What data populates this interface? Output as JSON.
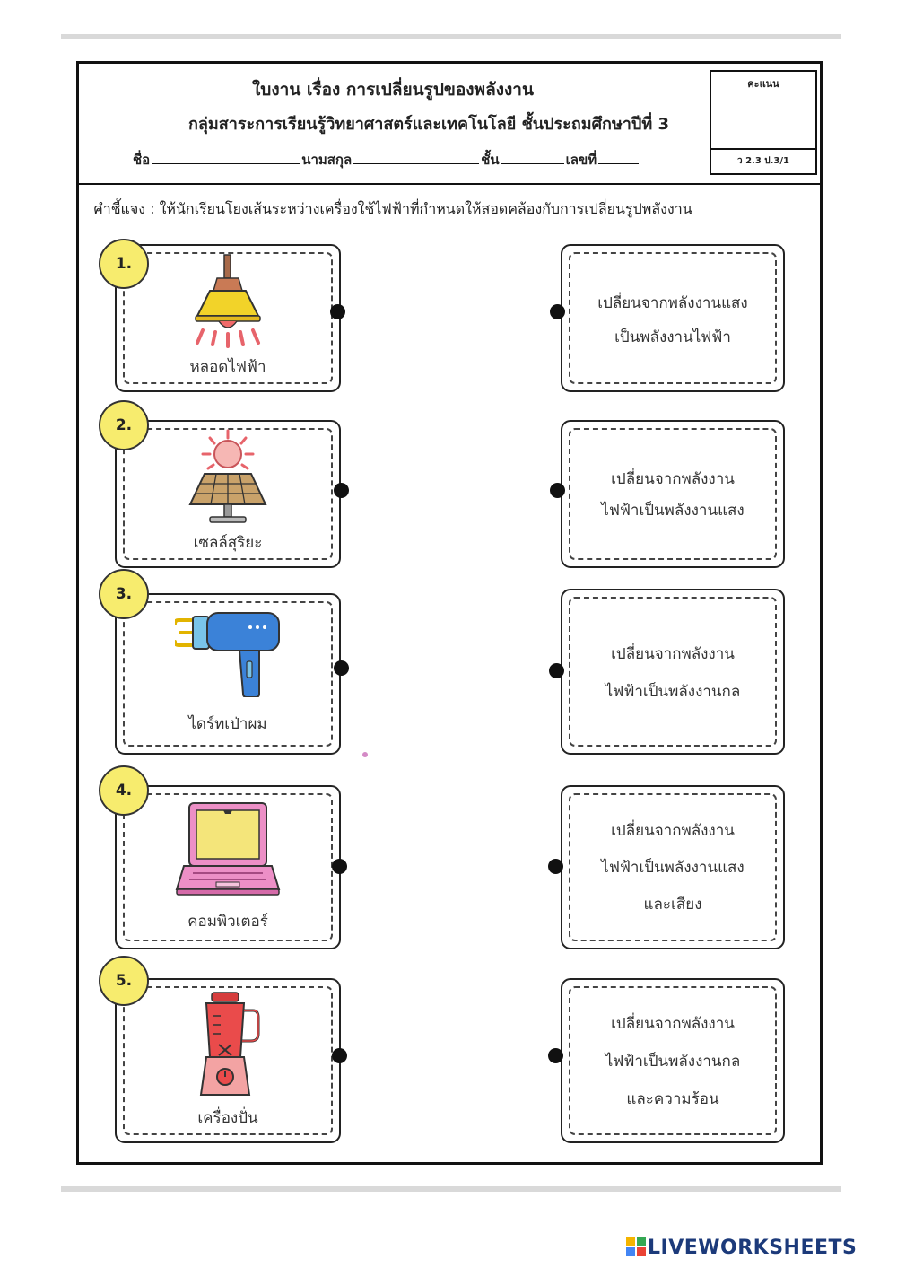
{
  "header": {
    "title": "ใบงาน  เรื่อง การเปลี่ยนรูปของพลังงาน",
    "subtitle": "กลุ่มสาระการเรียนรู้วิทยาศาสตร์และเทคโนโลยี  ชั้นประถมศึกษาปีที่ 3",
    "name_label": "ชื่อ",
    "surname_label": "นามสกุล",
    "class_label": "ชั้น",
    "number_label": "เลขที่",
    "score_label": "คะแนน",
    "standard_code": "ว 2.3 ป.3/1"
  },
  "instruction": "คำชี้แจง : ให้นักเรียนโยงเส้นระหว่างเครื่องใช้ไฟฟ้าที่กำหนดให้สอดคล้องกับการเปลี่ยนรูปพลังงาน",
  "items": [
    {
      "number": "1.",
      "label": "หลอดไฟฟ้า",
      "icon": "light-bulb-icon"
    },
    {
      "number": "2.",
      "label": "เซลล์สุริยะ",
      "icon": "solar-cell-icon"
    },
    {
      "number": "3.",
      "label": "ไดร์ทเป่าผม",
      "icon": "hair-dryer-icon"
    },
    {
      "number": "4.",
      "label": "คอมพิวเตอร์",
      "icon": "laptop-icon"
    },
    {
      "number": "5.",
      "label": "เครื่องปั่น",
      "icon": "blender-icon"
    }
  ],
  "answers": [
    {
      "lines": [
        "เปลี่ยนจากพลังงานแสง",
        "เป็นพลังงานไฟฟ้า"
      ]
    },
    {
      "lines": [
        "เปลี่ยนจากพลังงาน",
        "ไฟฟ้าเป็นพลังงานแสง"
      ]
    },
    {
      "lines": [
        "เปลี่ยนจากพลังงาน",
        "ไฟฟ้าเป็นพลังงานกล"
      ]
    },
    {
      "lines": [
        "เปลี่ยนจากพลังงาน",
        "ไฟฟ้าเป็นพลังงานแสง",
        "และเสียง"
      ]
    },
    {
      "lines": [
        "เปลี่ยนจากพลังงาน",
        "ไฟฟ้าเป็นพลังงานกล",
        "และความร้อน"
      ]
    }
  ],
  "brand": "LIVEWORKSHEETS",
  "colors": {
    "badge": "#f7ec6e",
    "brand": "#1c3a7a"
  }
}
